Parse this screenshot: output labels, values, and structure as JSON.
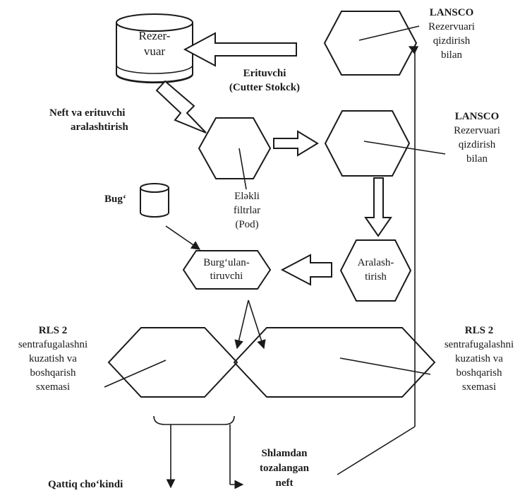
{
  "tank_top": [
    "Rezer-",
    "vuar"
  ],
  "tank_small": "Bug‘",
  "solvent": [
    "Erituvchi",
    "(Cutter Stokck)"
  ],
  "mixing_oil": [
    "Neft va erituvchi",
    "aralashtirish"
  ],
  "sieve": [
    "Eləkli",
    "filtrlar",
    "(Pod)"
  ],
  "lansco_top": [
    "LANSCO",
    "Rezervuari",
    "qizdirish",
    "bilan"
  ],
  "lansco_mid": [
    "LANSCO",
    "Rezervuari",
    "qizdirish",
    "bilan"
  ],
  "mixer": [
    "Aralash-",
    "tirish"
  ],
  "steam_unit": [
    "Burg‘ulan-",
    "tiruvchi"
  ],
  "rls_left": [
    "RLS 2",
    "sentrafugalashni",
    "kuzatish va",
    "boshqarish",
    "sxemasi"
  ],
  "rls_right": [
    "RLS 2",
    "sentrafugalashni",
    "kuzatish va",
    "boshqarish",
    "sxemasi"
  ],
  "output_solid": "Qattiq cho‘kindi",
  "output_oil": [
    "Shlamdan",
    "tozalangan",
    "neft"
  ],
  "colors": {
    "ink": "#1a1a1a",
    "background": "#ffffff"
  }
}
